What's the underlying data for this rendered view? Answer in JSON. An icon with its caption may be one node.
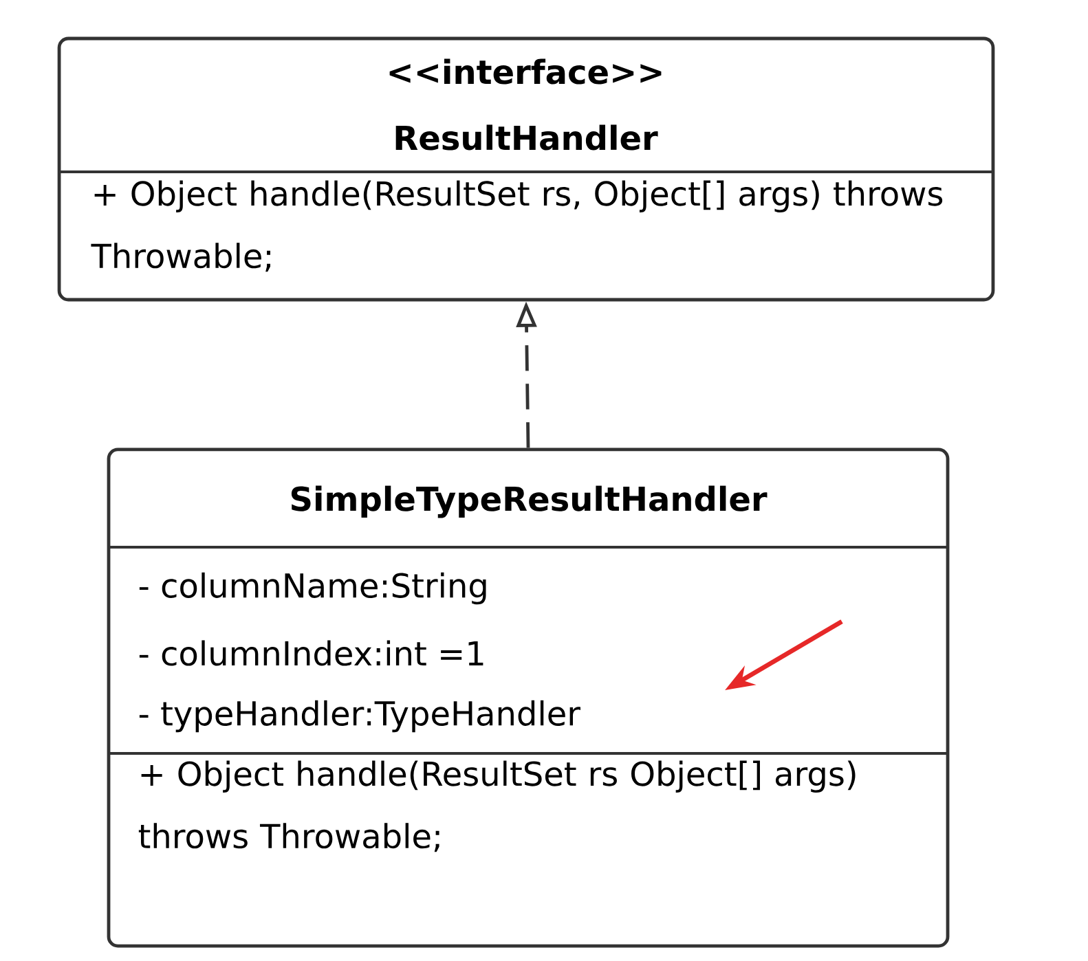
{
  "diagram": {
    "nodes": [
      {
        "text": [
          "<<interface>>",
          "ResultHandler",
          "+ Object handle(ResultSet rs, Object[] args) throws Throwable;"
        ]
      },
      {
        "text": [
          "SimpleTypeResultHandler",
          "- columnName:String",
          "- columnIndex:int =1",
          "- typeHandler:TypeHandler",
          "+ Object handle(ResultSet rs Object[] args) throws Throwable;"
        ]
      }
    ],
    "edges": [
      {
        "from": 1,
        "to": 0,
        "arrow": "to",
        "style": "dashed"
      }
    ]
  }
}
